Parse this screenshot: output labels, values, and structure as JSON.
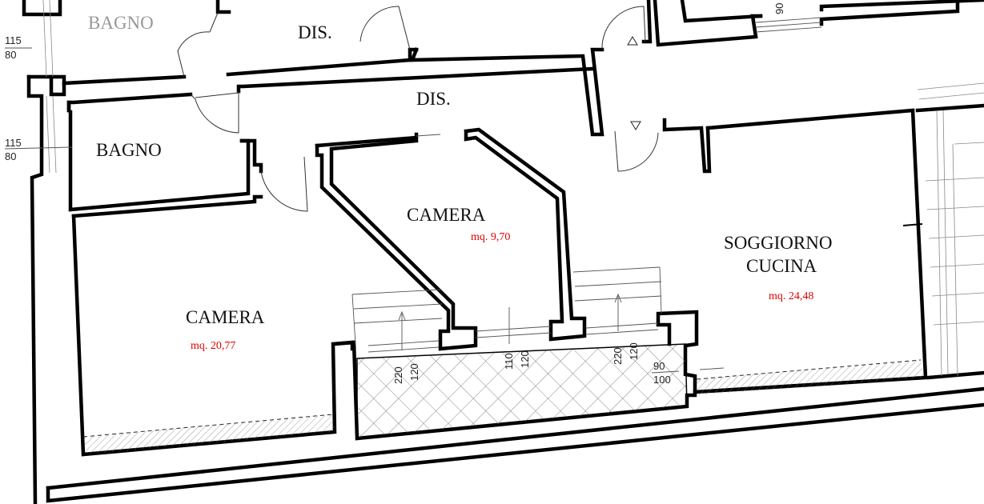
{
  "rooms": {
    "bagno_top": "BAGNO",
    "dis_top": "DIS.",
    "dis_center": "DIS.",
    "bagno": "BAGNO",
    "camera_center": "CAMERA",
    "camera_center_area": "mq. 9,70",
    "camera_left": "CAMERA",
    "camera_left_area": "mq. 20,77",
    "soggiorno_line1": "SOGGIORNO",
    "soggiorno_line2": "CUCINA",
    "soggiorno_area": "mq. 24,48"
  },
  "dimensions": {
    "top_left_width": "115",
    "top_left_height": "80",
    "bagno_width": "115",
    "bagno_height": "80",
    "top_window": "90",
    "win_left_width": "220",
    "win_left_height": "120",
    "win_center_width": "110",
    "win_center_height": "120",
    "win_right_width": "220",
    "win_right_height": "120",
    "balcony_door_width": "90",
    "balcony_door_height": "100"
  },
  "colors": {
    "walls": "#000000",
    "area_text": "#e00000",
    "room_text": "#111111"
  }
}
